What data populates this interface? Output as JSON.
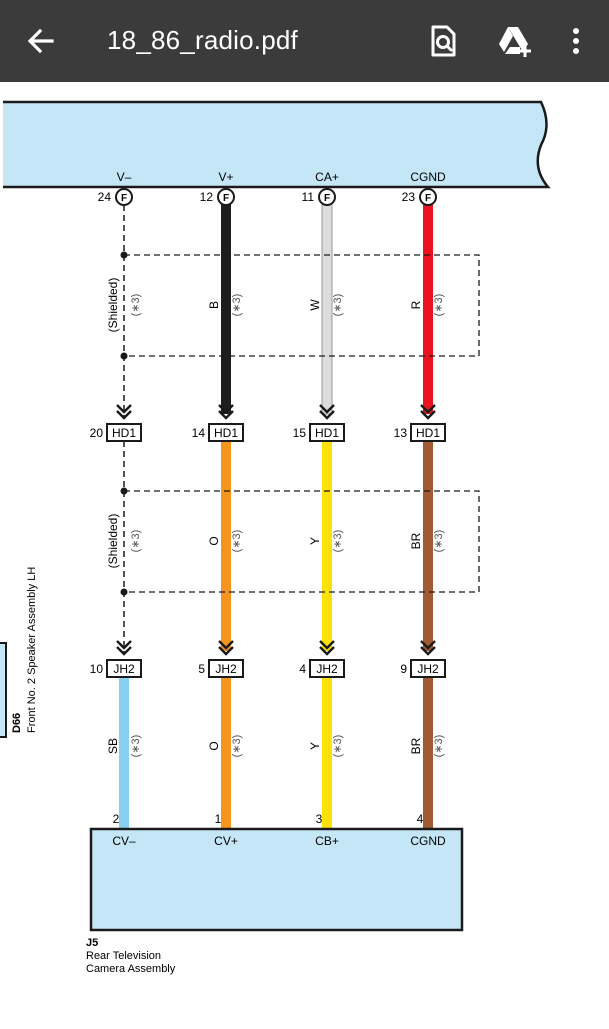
{
  "toolbar": {
    "title": "18_86_radio.pdf",
    "back_icon": "arrow-left-icon",
    "search_icon": "document-search-icon",
    "drive_icon": "add-to-drive-icon",
    "menu_icon": "more-vert-icon"
  },
  "top_pins": [
    {
      "label": "V–",
      "num": "24",
      "conn": "F"
    },
    {
      "label": "V+",
      "num": "12",
      "conn": "F"
    },
    {
      "label": "CA+",
      "num": "11",
      "conn": "F"
    },
    {
      "label": "CGND",
      "num": "23",
      "conn": "F"
    }
  ],
  "section1": {
    "shield_label": "(Shielded)",
    "note": "(∗3)",
    "wire_colors": [
      "",
      "B",
      "W",
      "R"
    ]
  },
  "mid_pins": [
    {
      "num": "20",
      "conn": "HD1"
    },
    {
      "num": "14",
      "conn": "HD1"
    },
    {
      "num": "15",
      "conn": "HD1"
    },
    {
      "num": "13",
      "conn": "HD1"
    }
  ],
  "section2": {
    "shield_label": "(Shielded)",
    "note": "(∗3)",
    "wire_colors": [
      "",
      "O",
      "Y",
      "BR"
    ]
  },
  "low_pins": [
    {
      "num": "10",
      "conn": "JH2"
    },
    {
      "num": "5",
      "conn": "JH2"
    },
    {
      "num": "4",
      "conn": "JH2"
    },
    {
      "num": "9",
      "conn": "JH2"
    }
  ],
  "section3": {
    "note": "(∗3)",
    "wire_colors": [
      "SB",
      "O",
      "Y",
      "BR"
    ]
  },
  "bottom_pins": [
    {
      "num": "2",
      "label": "CV–"
    },
    {
      "num": "1",
      "label": "CV+"
    },
    {
      "num": "3",
      "label": "CB+"
    },
    {
      "num": "4",
      "label": "CGND"
    }
  ],
  "rear_camera": {
    "code": "J5",
    "line1": "Rear Television",
    "line2": "Camera Assembly"
  },
  "speaker": {
    "code": "D66",
    "name": "Front No. 2 Speaker Assembly LH"
  },
  "colors": {
    "toolbar_bg": "#3b3b3b",
    "component_fill": "#c5e6f6",
    "wire_black": "#1e1e1e",
    "wire_white": "#dcdcdc",
    "wire_red": "#e8131f",
    "wire_orange": "#f5951e",
    "wire_yellow": "#fde20a",
    "wire_brown": "#a15a32",
    "wire_sky_blue": "#86d1ef"
  }
}
